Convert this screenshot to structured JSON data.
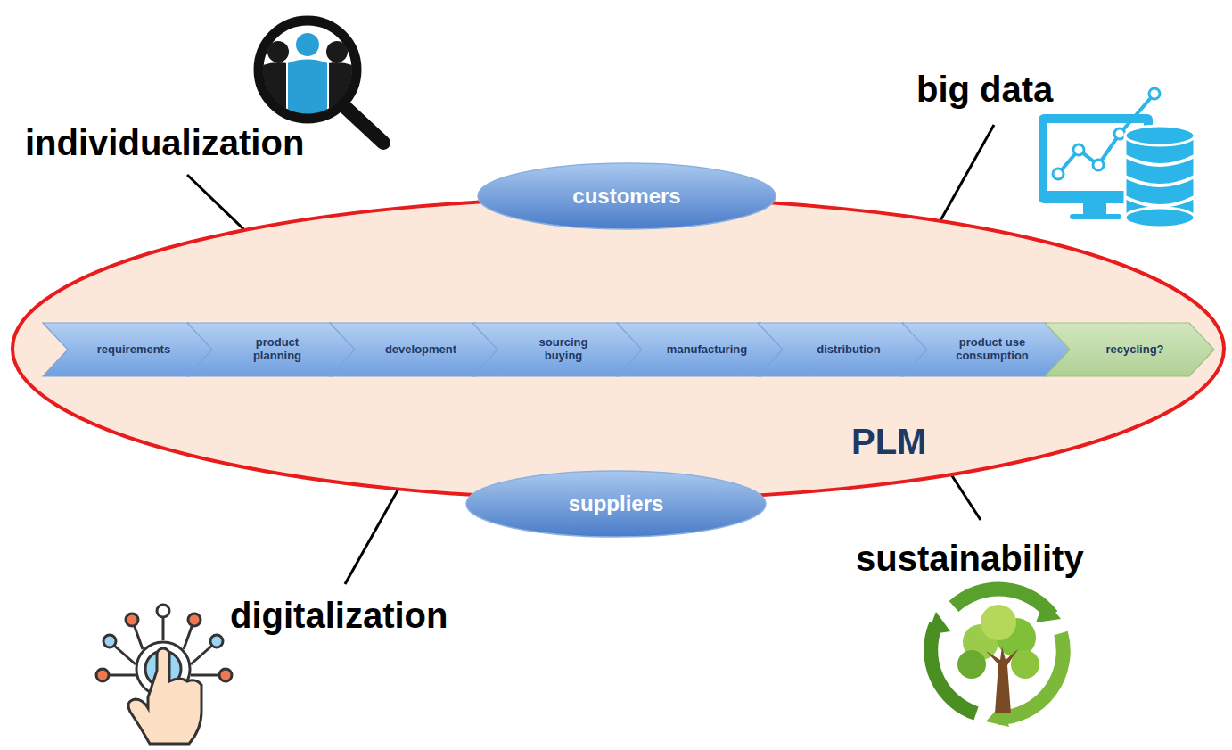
{
  "diagram": {
    "nodes": [
      {
        "text": [
          "PLM"
        ]
      },
      {
        "text": [
          "customers"
        ],
        "in": 0
      },
      {
        "text": [
          "requirements"
        ],
        "in": 0
      },
      {
        "text": [
          "product planning"
        ],
        "in": 0
      },
      {
        "text": [
          "development"
        ],
        "in": 0
      },
      {
        "text": [
          "sourcing buying"
        ],
        "in": 0
      },
      {
        "text": [
          "manufacturing"
        ],
        "in": 0
      },
      {
        "text": [
          "distribution"
        ],
        "in": 0
      },
      {
        "text": [
          "product use consumption"
        ],
        "in": 0
      },
      {
        "text": [
          "recycling?"
        ],
        "in": 0
      },
      {
        "text": [
          "suppliers"
        ],
        "in": 0
      }
    ],
    "edges": [],
    "labels": [
      "individualization",
      "big data",
      "digitalization",
      "sustainability"
    ]
  }
}
